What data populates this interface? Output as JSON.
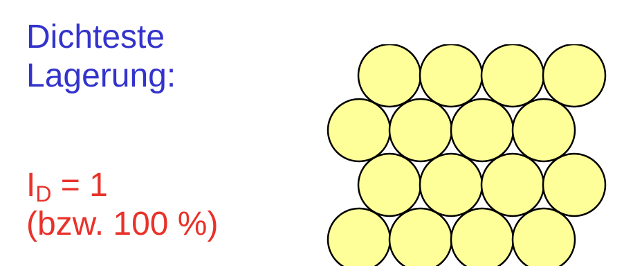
{
  "title": {
    "line1": "Dichteste",
    "line2": "Lagerung:"
  },
  "formula": {
    "symbol": "I",
    "subscript": "D",
    "equals": " = 1",
    "percent": "(bzw. 100 %)"
  },
  "diagram": {
    "fill": "#ffff99",
    "stroke": "#000000",
    "rows": [
      4,
      4,
      4,
      4
    ]
  }
}
